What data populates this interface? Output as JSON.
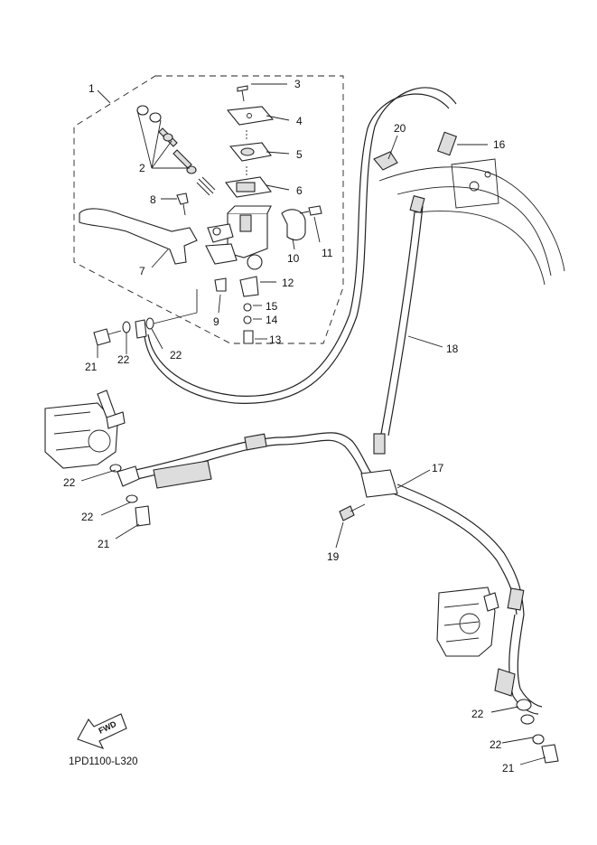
{
  "diagram": {
    "code": "1PD1100-L320",
    "fwd_label": "FWD",
    "callouts": [
      {
        "id": "c1",
        "text": "1"
      },
      {
        "id": "c2",
        "text": "2"
      },
      {
        "id": "c3",
        "text": "3"
      },
      {
        "id": "c4",
        "text": "4"
      },
      {
        "id": "c5",
        "text": "5"
      },
      {
        "id": "c6",
        "text": "6"
      },
      {
        "id": "c7",
        "text": "7"
      },
      {
        "id": "c8",
        "text": "8"
      },
      {
        "id": "c9",
        "text": "9"
      },
      {
        "id": "c10",
        "text": "10"
      },
      {
        "id": "c11",
        "text": "11"
      },
      {
        "id": "c12",
        "text": "12"
      },
      {
        "id": "c13",
        "text": "13"
      },
      {
        "id": "c14",
        "text": "14"
      },
      {
        "id": "c15",
        "text": "15"
      },
      {
        "id": "c16",
        "text": "16"
      },
      {
        "id": "c17",
        "text": "17"
      },
      {
        "id": "c18",
        "text": "18"
      },
      {
        "id": "c19",
        "text": "19"
      },
      {
        "id": "c20",
        "text": "20"
      },
      {
        "id": "c21a",
        "text": "21"
      },
      {
        "id": "c22a",
        "text": "22"
      },
      {
        "id": "c22b",
        "text": "22"
      },
      {
        "id": "c22c",
        "text": "22"
      },
      {
        "id": "c22d",
        "text": "22"
      },
      {
        "id": "c21b",
        "text": "21"
      },
      {
        "id": "c22e",
        "text": "22"
      },
      {
        "id": "c22f",
        "text": "22"
      },
      {
        "id": "c21c",
        "text": "21"
      }
    ]
  }
}
